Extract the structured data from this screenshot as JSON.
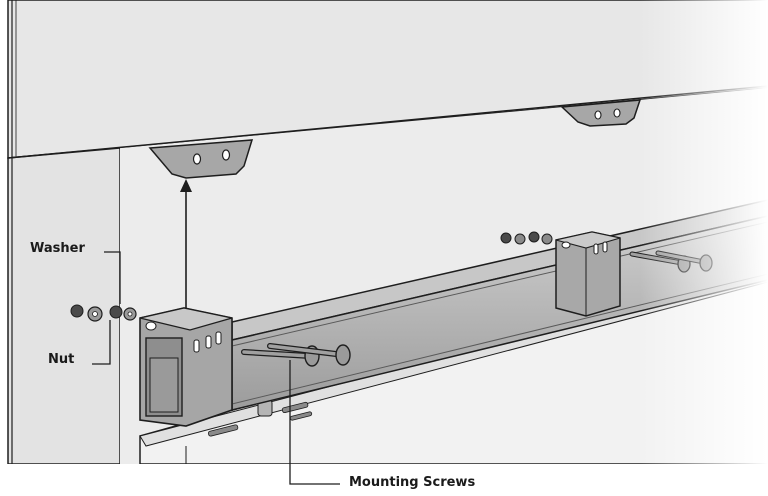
{
  "labels": {
    "washer": "Washer",
    "nut": "Nut",
    "mounting_screws": "Mounting Screws"
  },
  "colors": {
    "line": "#1e1e1e",
    "wall": "#e9e9e9",
    "metal": "#a9a9a9",
    "metal_dark": "#7f7f7f",
    "metal_light": "#c9c9c9"
  }
}
